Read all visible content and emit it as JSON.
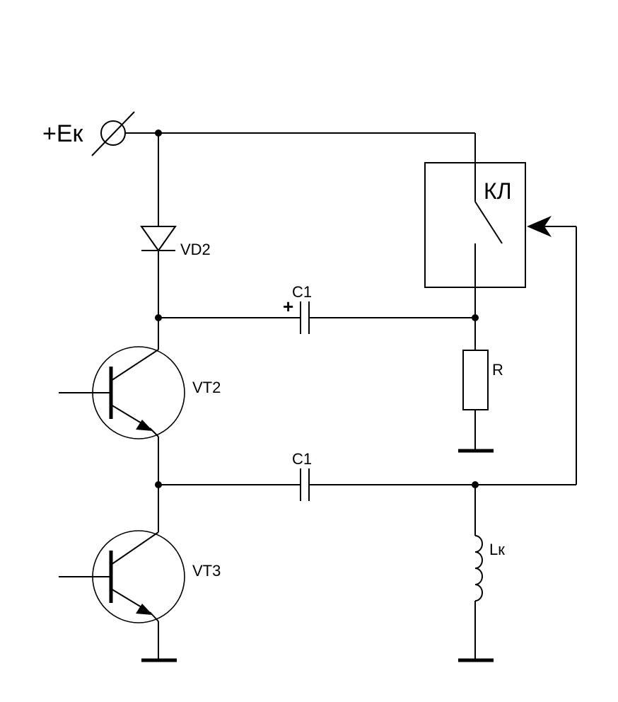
{
  "labels": {
    "supply": "+Eк",
    "diode": "VD2",
    "cap_top": "C1",
    "cap_top_polarity": "+",
    "cap_bottom": "C1",
    "transistor_upper": "VT2",
    "transistor_lower": "VT3",
    "switch_block": "КЛ",
    "resistor": "R",
    "inductor": "Lк"
  },
  "colors": {
    "ink": "#000000",
    "background": "#ffffff"
  }
}
